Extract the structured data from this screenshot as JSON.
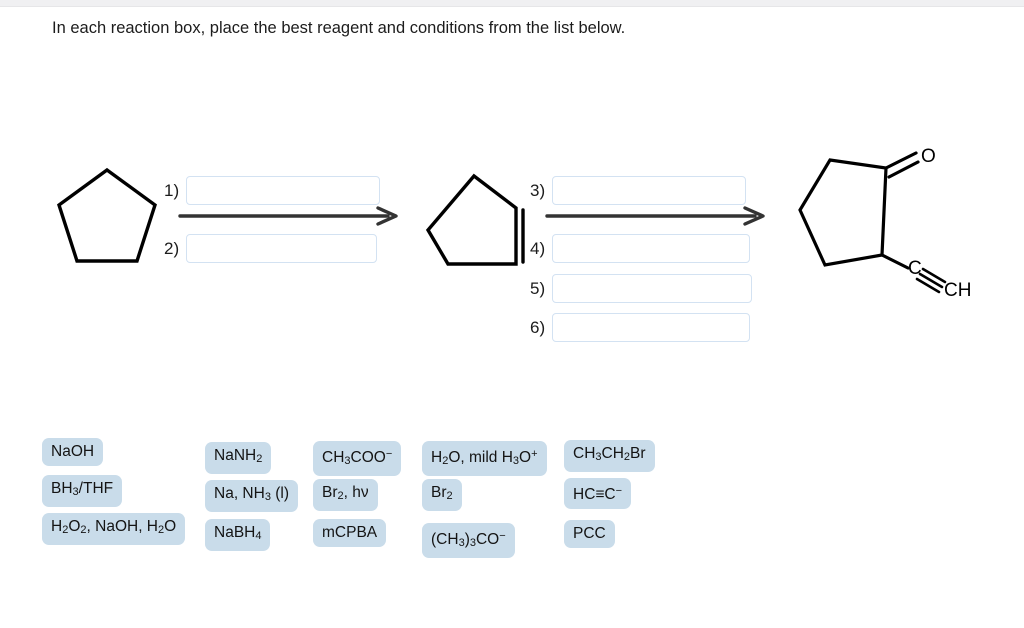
{
  "prompt": "In each reaction box, place the best reagent and conditions from the list below.",
  "scheme": {
    "structures": [
      {
        "name": "cyclopentane",
        "label": "cyclopentane",
        "role": "starting-material"
      },
      {
        "name": "cyclopentene",
        "label": "cyclopentene",
        "role": "intermediate"
      },
      {
        "name": "2-ethynylcyclopentanone",
        "label": "2-ethynylcyclopentanone",
        "role": "product",
        "atom_labels": {
          "carbonyl_oxygen": "O",
          "alkyne_carbon": "C",
          "alkyne_terminus": "CH"
        }
      }
    ],
    "arrows": [
      {
        "name": "reaction-arrow-1"
      },
      {
        "name": "reaction-arrow-2"
      }
    ],
    "answer_boxes": [
      {
        "number": "1)",
        "value": "",
        "placeholder": ""
      },
      {
        "number": "2)",
        "value": "",
        "placeholder": ""
      },
      {
        "number": "3)",
        "value": "",
        "placeholder": ""
      },
      {
        "number": "4)",
        "value": "",
        "placeholder": ""
      },
      {
        "number": "5)",
        "value": "",
        "placeholder": ""
      },
      {
        "number": "6)",
        "value": "",
        "placeholder": ""
      }
    ]
  },
  "reagent_bank": {
    "columns": [
      {
        "items": [
          {
            "id": "naoh",
            "text": "NaOH",
            "html": "NaOH"
          },
          {
            "id": "bh3-thf",
            "text": "BH3/THF",
            "html": "BH<sub>3</sub>/THF"
          },
          {
            "id": "h2o2-naoh-h2o",
            "text": "H2O2, NaOH, H2O",
            "html": "H<sub>2</sub>O<sub>2</sub>, NaOH, H<sub>2</sub>O"
          }
        ]
      },
      {
        "items": [
          {
            "id": "nanh2",
            "text": "NaNH2",
            "html": "NaNH<sub>2</sub>"
          },
          {
            "id": "na-nh3-l",
            "text": "Na, NH3 (l)",
            "html": "Na, NH<sub>3</sub> (l)"
          },
          {
            "id": "nabh4",
            "text": "NaBH4",
            "html": "NaBH<sub>4</sub>"
          }
        ]
      },
      {
        "items": [
          {
            "id": "ch3coo-minus",
            "text": "CH3COO-",
            "html": "CH<sub>3</sub>COO<sup>−</sup>"
          },
          {
            "id": "br2-hv",
            "text": "Br2, hv",
            "html": "Br<sub>2</sub>, hν"
          },
          {
            "id": "mcpba",
            "text": "mCPBA",
            "html": "mCPBA"
          }
        ]
      },
      {
        "items": [
          {
            "id": "h2o-mild-h3o-plus",
            "text": "H2O, mild H3O+",
            "html": "H<sub>2</sub>O, mild H<sub>3</sub>O<sup>+</sup>"
          },
          {
            "id": "br2",
            "text": "Br2",
            "html": "Br<sub>2</sub>"
          },
          {
            "id": "tert-butoxide",
            "text": "(CH3)3CO-",
            "html": "(CH<sub>3</sub>)<sub>3</sub>CO<sup>−</sup>"
          }
        ]
      },
      {
        "items": [
          {
            "id": "ch3ch2br",
            "text": "CH3CH2Br",
            "html": "CH<sub>3</sub>CH<sub>2</sub>Br"
          },
          {
            "id": "acetylide",
            "text": "HC≡C-",
            "html": "HC≡C<sup>−</sup>"
          },
          {
            "id": "pcc",
            "text": "PCC",
            "html": "PCC"
          }
        ]
      }
    ]
  },
  "colors": {
    "chip_background": "#c9dcea",
    "box_border": "#d3e2f2",
    "structure_stroke": "#000000",
    "text": "#1c1c1c",
    "page_background": "#ffffff"
  }
}
